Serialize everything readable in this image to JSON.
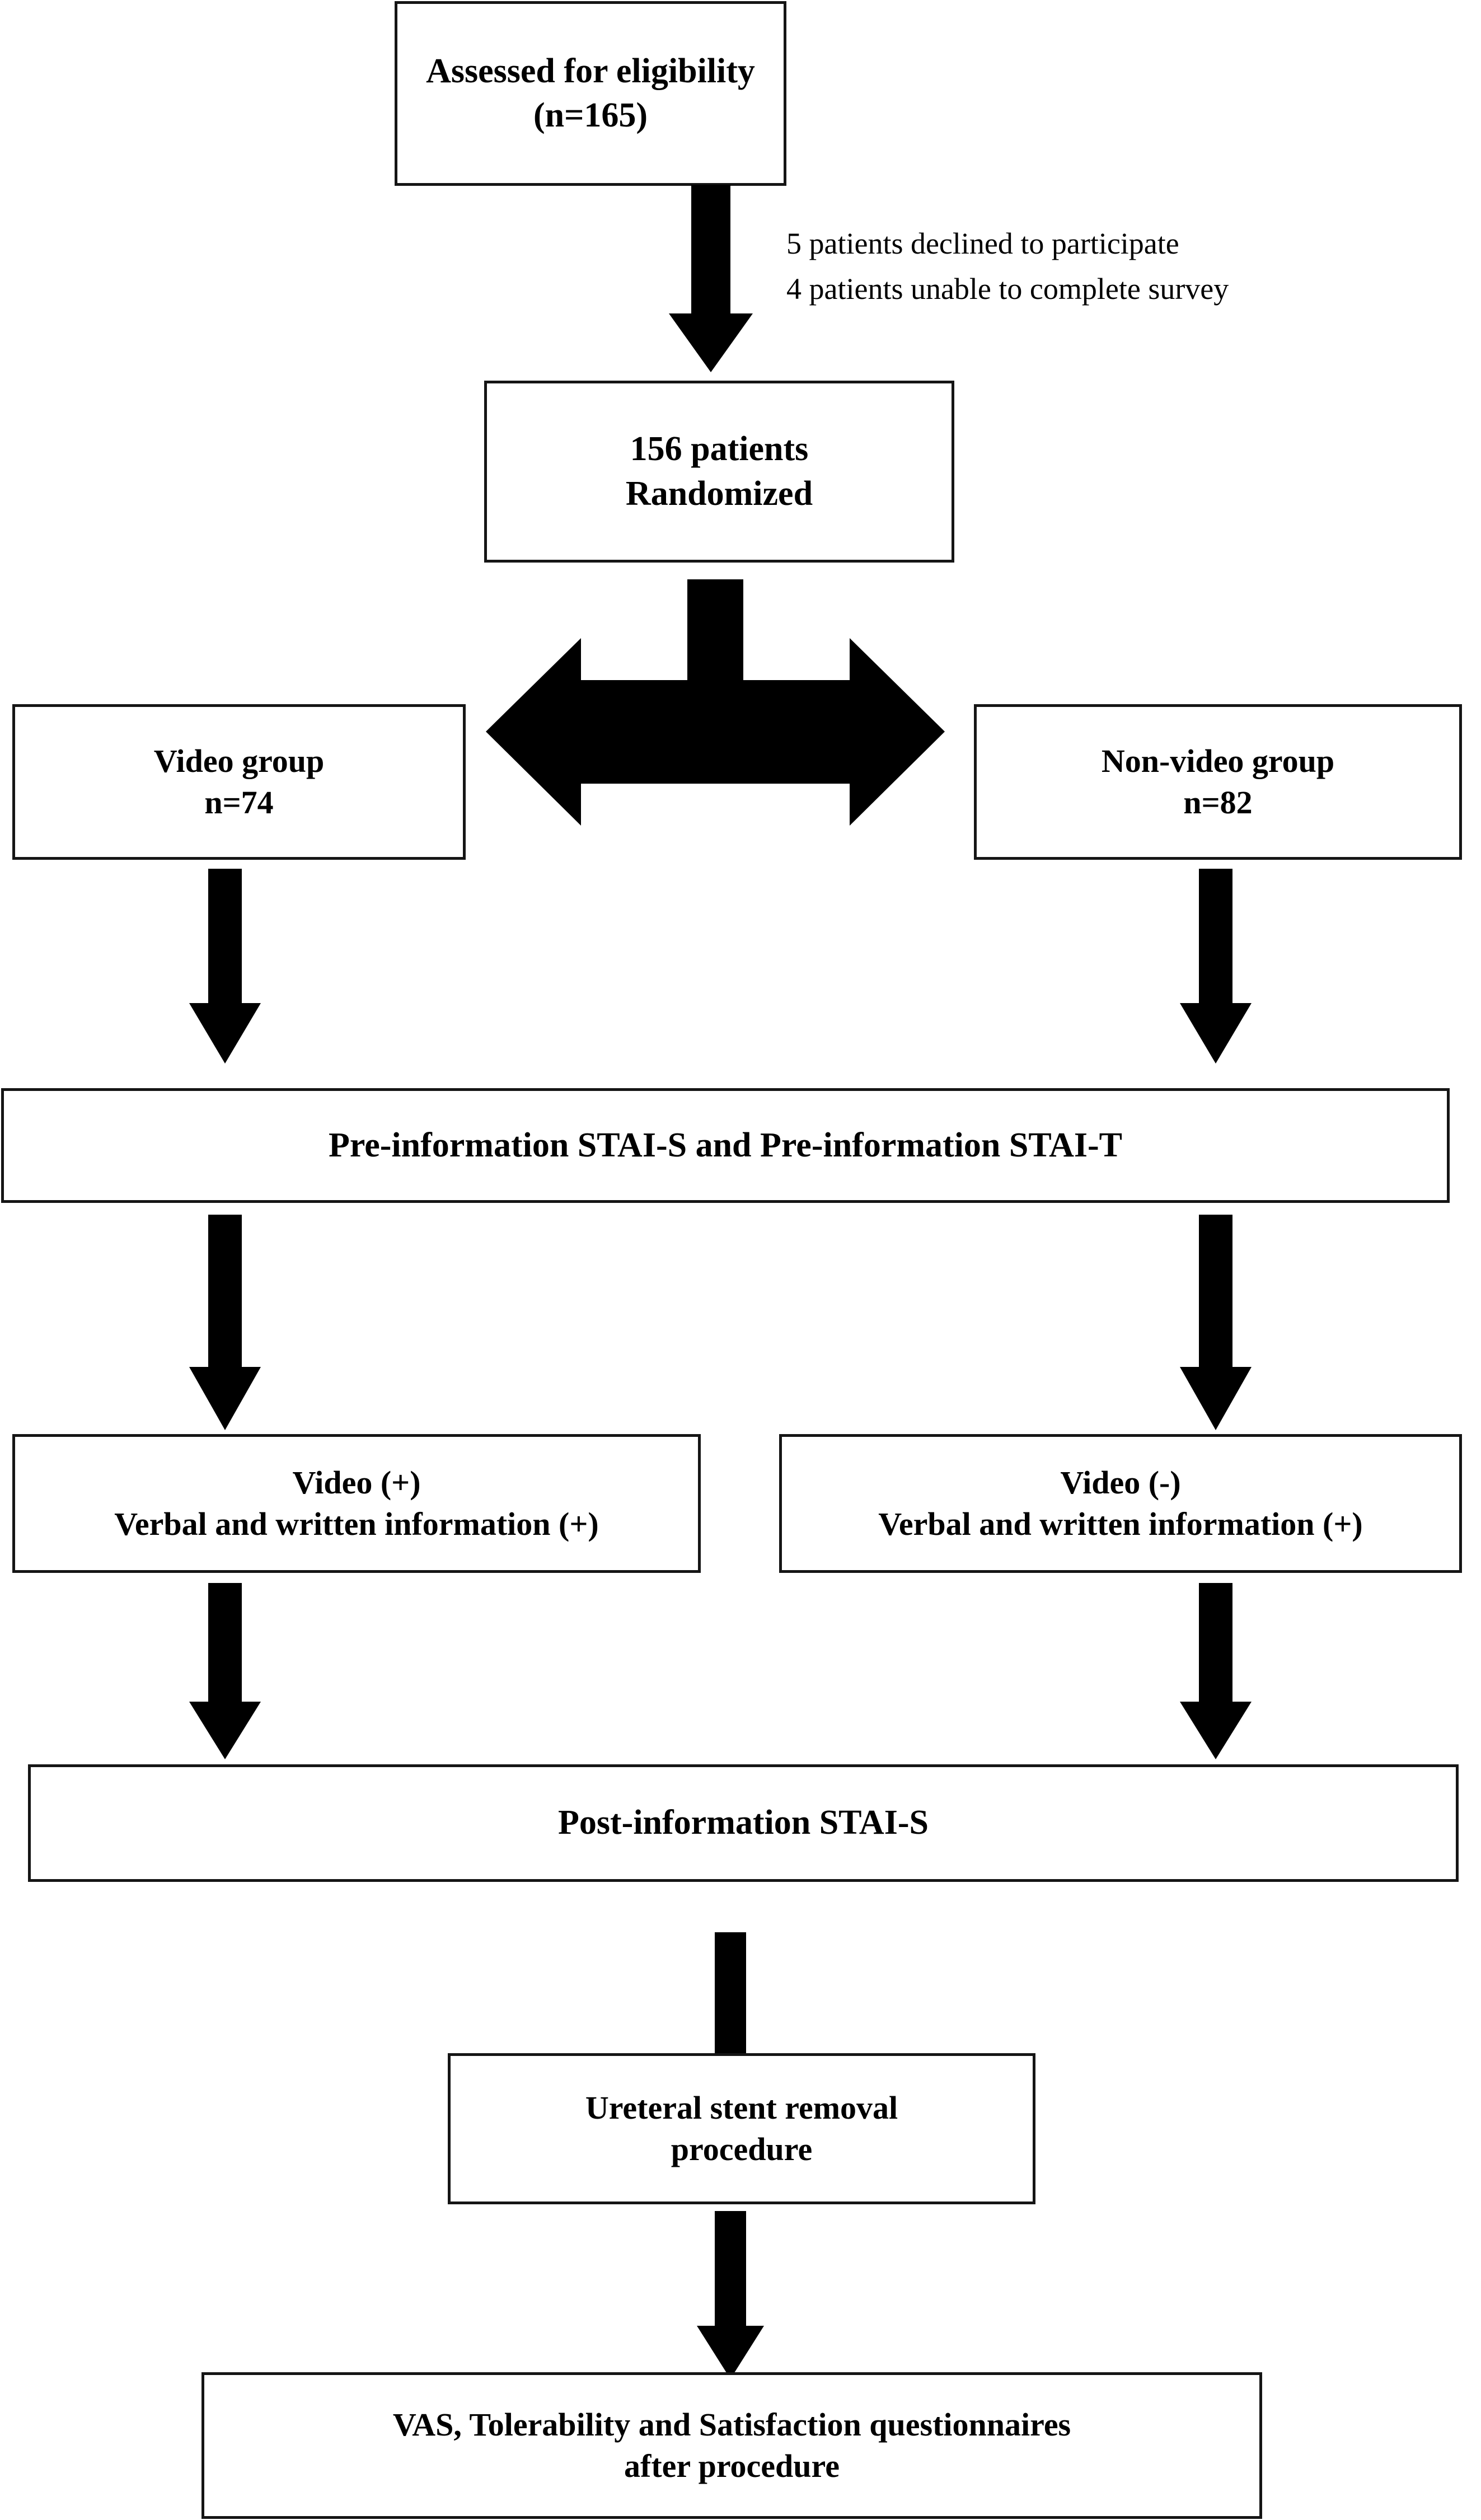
{
  "diagram": {
    "title": "CONSORT participant flow diagram",
    "colors": {
      "box_border": "#151515",
      "arrow_fill": "#000000",
      "background": "#ffffff",
      "text": "#000000"
    },
    "nodes": [
      {
        "id": "assessed",
        "name": "assessed-for-eligibility-box",
        "lines": [
          "Assessed for eligibility",
          "(n=165)"
        ]
      },
      {
        "id": "randomized",
        "name": "randomized-box",
        "lines": [
          "156 patients",
          "Randomized"
        ]
      },
      {
        "id": "video-group",
        "name": "video-group-box",
        "lines": [
          "Video group",
          "n=74"
        ]
      },
      {
        "id": "non-video-group",
        "name": "non-video-group-box",
        "lines": [
          "Non-video group",
          "n=82"
        ]
      },
      {
        "id": "pre-stai",
        "name": "pre-information-stai-box",
        "lines": [
          "Pre-information STAI-S and Pre-information STAI-T"
        ]
      },
      {
        "id": "video-plus",
        "name": "video-positive-box",
        "lines": [
          "Video (+)",
          "Verbal and written information (+)"
        ]
      },
      {
        "id": "video-minus",
        "name": "video-negative-box",
        "lines": [
          "Video (-)",
          "Verbal and written information (+)"
        ]
      },
      {
        "id": "post-stai",
        "name": "post-information-stai-box",
        "lines": [
          "Post-information STAI-S"
        ]
      },
      {
        "id": "stent-removal",
        "name": "ureteral-stent-removal-box",
        "lines": [
          "Ureteral stent removal",
          "procedure"
        ]
      },
      {
        "id": "questionnaires",
        "name": "vas-tolerability-satisfaction-box",
        "lines": [
          "VAS, Tolerability and Satisfaction questionnaires",
          "after procedure"
        ]
      }
    ],
    "exclusions": {
      "name": "exclusion-note",
      "lines": [
        "5 patients declined to participate",
        "4 patients unable to complete survey"
      ]
    },
    "connectors": [
      {
        "id": "c1",
        "name": "arrow-assessed-to-randomized",
        "kind": "down-arrow"
      },
      {
        "id": "c2",
        "name": "arrow-randomized-split",
        "kind": "bidirectional-split-arrow"
      },
      {
        "id": "c3",
        "name": "arrow-video-group-to-pre-stai",
        "kind": "down-arrow"
      },
      {
        "id": "c4",
        "name": "arrow-non-video-group-to-pre-stai",
        "kind": "down-arrow"
      },
      {
        "id": "c5",
        "name": "arrow-pre-stai-to-video-plus",
        "kind": "down-arrow"
      },
      {
        "id": "c6",
        "name": "arrow-pre-stai-to-video-minus",
        "kind": "down-arrow"
      },
      {
        "id": "c7",
        "name": "arrow-video-plus-to-post-stai",
        "kind": "down-arrow"
      },
      {
        "id": "c8",
        "name": "arrow-video-minus-to-post-stai",
        "kind": "down-arrow"
      },
      {
        "id": "c9",
        "name": "arrow-post-stai-to-stent-removal",
        "kind": "down-arrow"
      },
      {
        "id": "c10",
        "name": "arrow-stent-removal-to-questionnaires",
        "kind": "down-arrow"
      }
    ]
  }
}
